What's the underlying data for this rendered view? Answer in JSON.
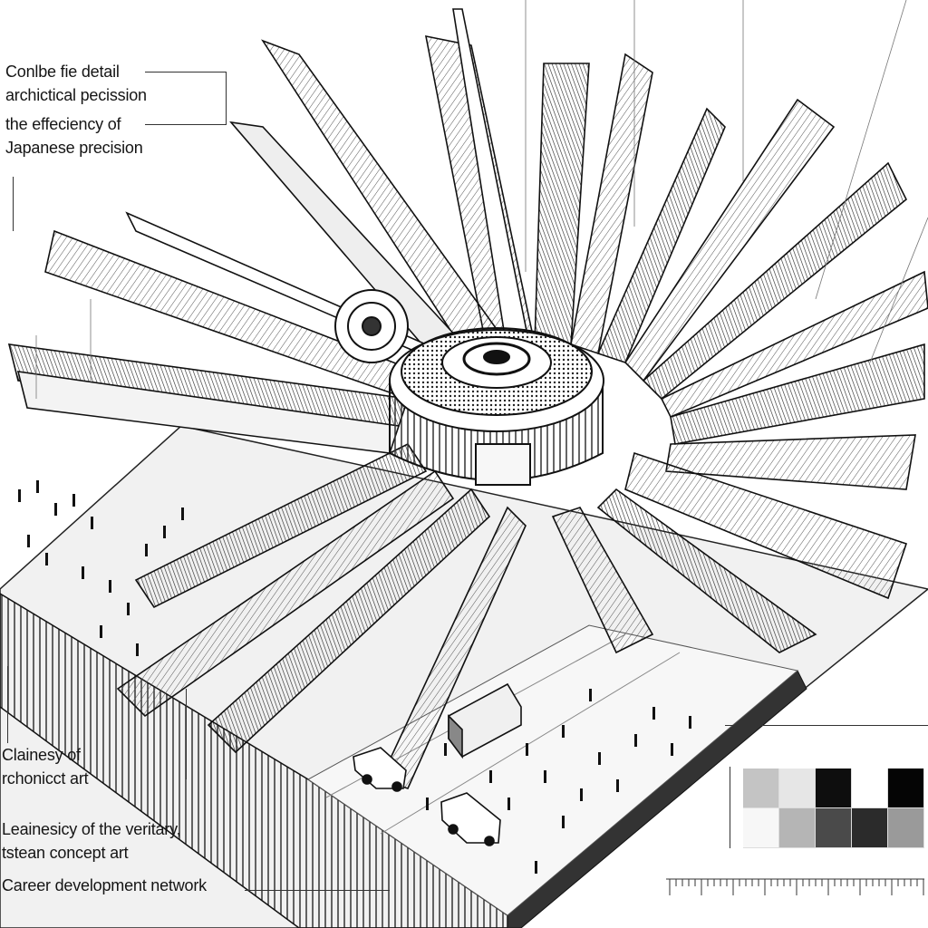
{
  "annotations": {
    "a1": "Conlbe fie detail",
    "a2": "archictical pecission",
    "a3": "the effeciency of",
    "a4": "Japanese precision",
    "b1": "Clainesy of",
    "b2": "rchonicct art",
    "c1": "Leainesicy of the veritary,",
    "c2": "tstean concept art",
    "c3": "Career development network"
  },
  "palette": {
    "swatches_row1": [
      "#c4c4c4",
      "#e6e6e6",
      "#0e0e0e",
      "#ffffff",
      "#050505"
    ],
    "swatches_row2": [
      "#f7f7f7",
      "#b5b5b5",
      "#4a4a4a",
      "#2b2b2b",
      "#9a9a9a"
    ]
  },
  "icons": {
    "ruler": "scale-ruler-icon"
  }
}
